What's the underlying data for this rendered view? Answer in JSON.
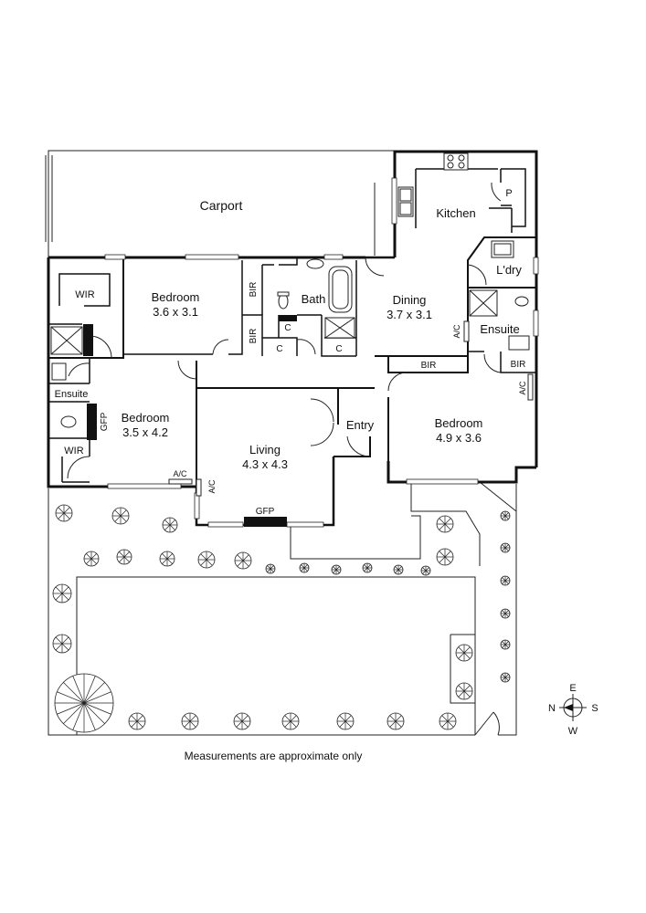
{
  "floorplan": {
    "rooms": {
      "carport": {
        "name": "Carport",
        "size": ""
      },
      "kitchen": {
        "name": "Kitchen",
        "size": ""
      },
      "pantry": {
        "name": "P",
        "size": ""
      },
      "laundry": {
        "name": "L'dry",
        "size": ""
      },
      "bedroom_top": {
        "name": "Bedroom",
        "size": "3.6 x 3.1"
      },
      "bath": {
        "name": "Bath",
        "size": ""
      },
      "dining": {
        "name": "Dining",
        "size": "3.7 x 3.1"
      },
      "ensuite_right": {
        "name": "Ensuite",
        "size": ""
      },
      "wir_top": {
        "name": "WIR",
        "size": ""
      },
      "ensuite_left": {
        "name": "Ensuite",
        "size": ""
      },
      "bedroom_left": {
        "name": "Bedroom",
        "size": "3.5 x 4.2"
      },
      "wir_bottom": {
        "name": "WIR",
        "size": ""
      },
      "living": {
        "name": "Living",
        "size": "4.3 x 4.3"
      },
      "entry": {
        "name": "Entry",
        "size": ""
      },
      "bedroom_right": {
        "name": "Bedroom",
        "size": "4.9 x 3.6"
      }
    },
    "fixtures": {
      "bir_top_1": "BIR",
      "bir_top_2": "BIR",
      "cupboard_1": "C",
      "cupboard_2": "C",
      "cupboard_3": "C",
      "bir_dining": "BIR",
      "bir_ensuite": "BIR",
      "ac_dining": "A/C",
      "ac_bedroom_right": "A/C",
      "ac_bedroom_left": "A/C",
      "ac_living": "A/C",
      "gfp_living": "GFP",
      "gfp_bedroom": "GFP"
    },
    "compass": {
      "north": "N",
      "east": "E",
      "south": "S",
      "west": "W"
    },
    "disclaimer": "Measurements are approximate only"
  }
}
